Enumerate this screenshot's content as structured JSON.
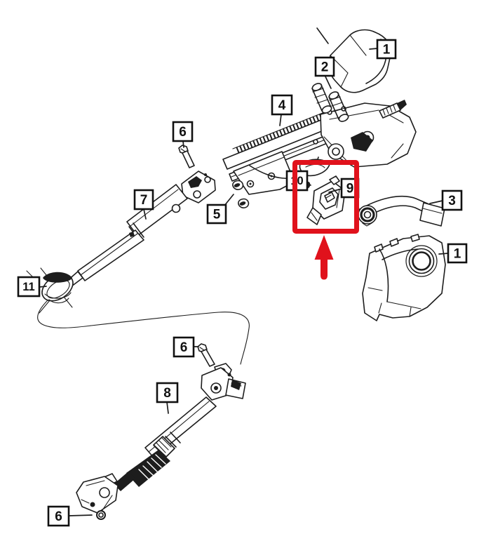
{
  "image": {
    "type": "exploded-parts-diagram",
    "subject": "steering-column-assembly"
  },
  "colors": {
    "line": "#1d1d1d",
    "highlight": "#e0121c",
    "background": "#ffffff",
    "callout_fill": "#ffffff"
  },
  "callouts": {
    "c1_top": {
      "label": "1"
    },
    "c2": {
      "label": "2"
    },
    "c4": {
      "label": "4"
    },
    "c6_top": {
      "label": "6"
    },
    "c7": {
      "label": "7"
    },
    "c5": {
      "label": "5"
    },
    "c10": {
      "label": "10"
    },
    "c9": {
      "label": "9"
    },
    "c3": {
      "label": "3"
    },
    "c1_bottom": {
      "label": "1"
    },
    "c11": {
      "label": "11"
    },
    "c6_mid": {
      "label": "6"
    },
    "c8": {
      "label": "8"
    },
    "c6_bottom": {
      "label": "6"
    }
  }
}
